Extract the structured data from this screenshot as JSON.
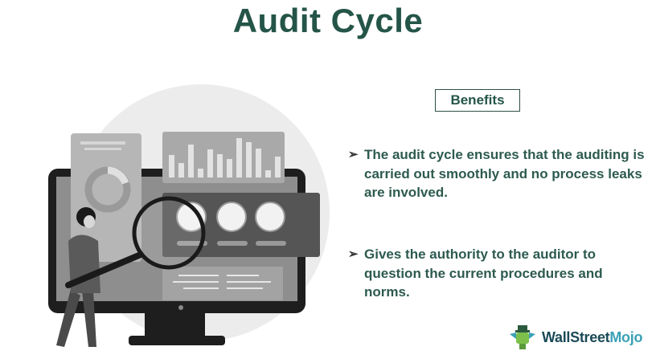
{
  "title": "Audit Cycle",
  "benefits": {
    "heading": "Benefits",
    "bullets": [
      "The audit cycle ensures that the auditing is carried out smoothly and no process leaks are involved.",
      "Gives the authority to the auditor to question the current procedures and norms."
    ],
    "bullet_marker": "➢"
  },
  "illustration": {
    "subject": "person with magnifying glass inspecting dashboard on monitor",
    "icons": [
      "monitor-icon",
      "magnifying-glass-icon",
      "bar-chart-icon",
      "donut-chart-icon",
      "person-icon"
    ]
  },
  "logo": {
    "part1": "WallStreet",
    "part2": "Mojo"
  },
  "colors": {
    "title": "#245548",
    "text": "#2d5a4f",
    "logo_dark": "#1b4a57",
    "logo_accent": "#3aa1b5"
  }
}
